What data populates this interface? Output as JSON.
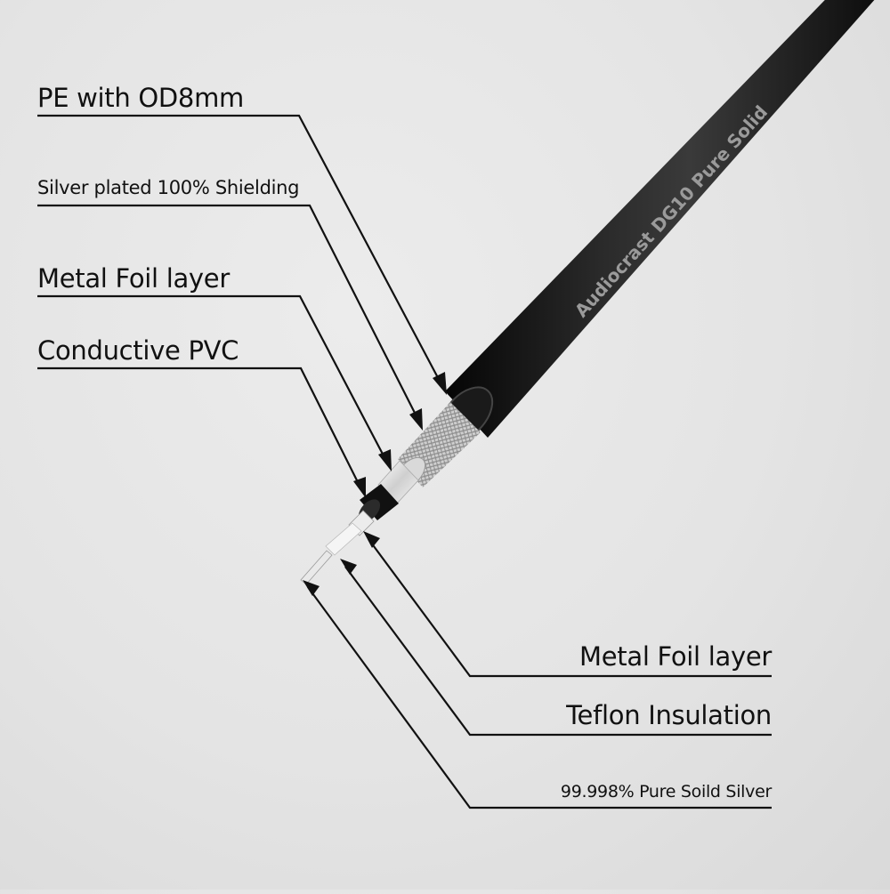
{
  "cable_print": "Audiocrast   DG10   Pure   Solid",
  "callouts_left": [
    "PE with OD8mm",
    "Silver plated 100% Shielding",
    "Metal Foil layer",
    "Conductive PVC"
  ],
  "callouts_right": [
    "Metal Foil layer",
    "Teflon Insulation",
    "99.998% Pure Soild Silver"
  ]
}
